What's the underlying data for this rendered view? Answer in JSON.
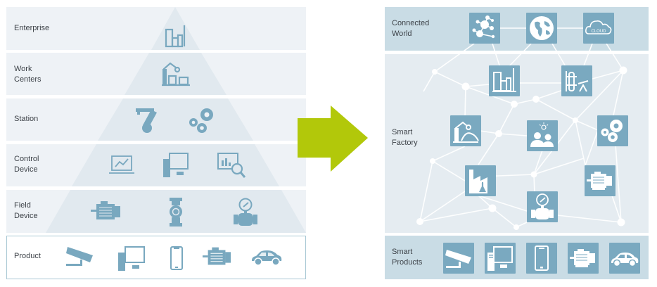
{
  "pyramid": {
    "levels": [
      {
        "label": "Enterprise",
        "icons": [
          "city-industry-icon"
        ]
      },
      {
        "label": "Work\nCenters",
        "icons": [
          "robot-arm-workcell-icon"
        ]
      },
      {
        "label": "Station",
        "icons": [
          "robot-arm-icon",
          "gears-icon"
        ]
      },
      {
        "label": "Control\nDevice",
        "icons": [
          "laptop-chart-icon",
          "desktop-computer-icon",
          "analytics-monitor-icon"
        ]
      },
      {
        "label": "Field\nDevice",
        "icons": [
          "electric-motor-icon",
          "valve-icon",
          "pressure-gauge-icon"
        ]
      }
    ],
    "product": {
      "label": "Product",
      "icons": [
        "security-camera-icon",
        "desktop-computer-icon",
        "smartphone-icon",
        "electric-motor-icon",
        "car-icon"
      ]
    }
  },
  "arrow": {
    "color": "#b2c80a"
  },
  "network": {
    "connected_world": {
      "label": "Connected\nWorld",
      "icons": [
        "network-nodes-icon",
        "globe-icon",
        "cloud-icon"
      ],
      "cloud_text": "CLOUD"
    },
    "smart_factory": {
      "label": "Smart\nFactory",
      "icons": [
        "city-industry-icon",
        "refinery-pumpjack-icon",
        "robot-workcell-icon",
        "people-idea-icon",
        "gears-icon",
        "chemical-factory-icon",
        "electric-motor-icon",
        "pressure-gauge-icon"
      ]
    },
    "smart_products": {
      "label": "Smart\nProducts",
      "icons": [
        "security-camera-icon",
        "desktop-computer-icon",
        "smartphone-icon",
        "electric-motor-icon",
        "car-icon"
      ]
    }
  },
  "colors": {
    "tile": "#7aa9c0",
    "pyramid_icon": "#79a8bf",
    "band_dark": "#c9dce5",
    "band_light": "#e5ecf1",
    "row_bg": "#eef2f6",
    "pyramid_fill": "#e1e9ef",
    "accent_arrow": "#b2c80a"
  }
}
